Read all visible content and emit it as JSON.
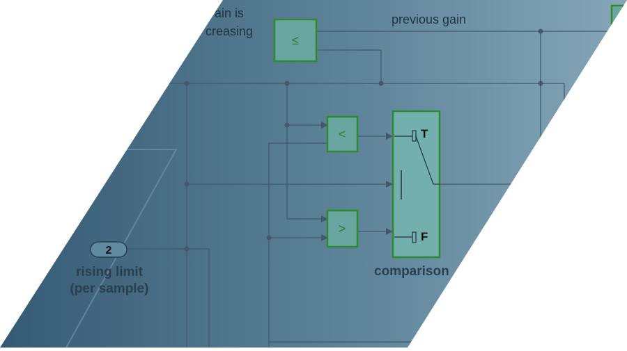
{
  "diagram": {
    "label_gain_increasing_line1": "ain is",
    "label_gain_increasing_line2": "creasing",
    "label_previous_gain": "previous gain",
    "block_le_symbol": "≤",
    "block_lt_symbol": "<",
    "block_gt_symbol": ">",
    "switch_true_label": "T",
    "switch_false_label": "F",
    "switch_caption": "comparison",
    "inport_number": "2",
    "inport_label_line1": "rising limit",
    "inport_label_line2": "(per sample)"
  },
  "colors": {
    "background_dark": "#3f6680",
    "background_light": "#7da0b4",
    "block_fill": "#6aa6a1",
    "block_border": "#2f8a2f",
    "line_color": "#41596a",
    "text_dark": "#1f3340"
  }
}
